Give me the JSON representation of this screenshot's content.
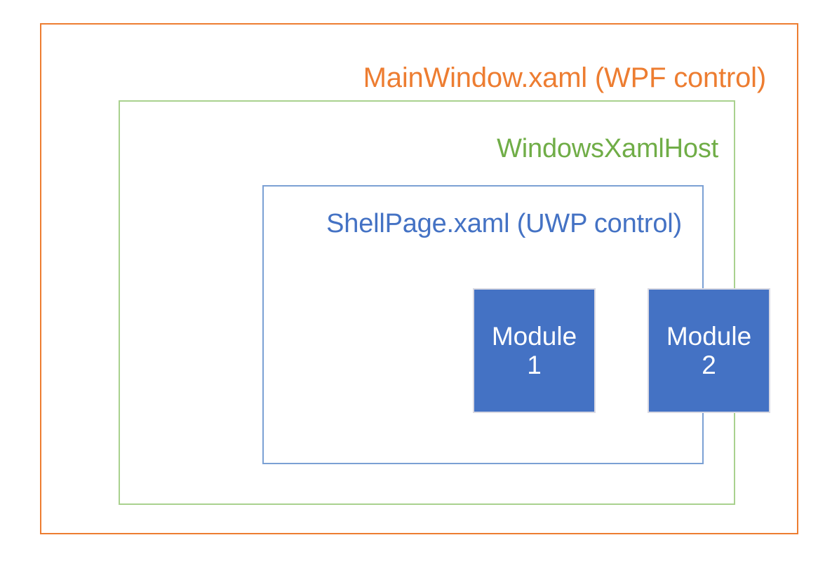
{
  "diagram": {
    "type": "nested-boxes",
    "title": "MainWindow.xaml (WPF control)",
    "layers": [
      {
        "id": "wpf",
        "label": "MainWindow.xaml (WPF control)",
        "color": "#ED7D31",
        "border_color": "#ED7D31"
      },
      {
        "id": "xamlhost",
        "label": "WindowsXamlHost",
        "color": "#70AD47",
        "border_color": "#A9D18E"
      },
      {
        "id": "shellpage",
        "label": "ShellPage.xaml (UWP control)",
        "color": "#4472C4",
        "border_color": "#7BA0D4"
      }
    ],
    "modules": [
      {
        "name": "Module",
        "number": "1",
        "fill": "#4472C4",
        "text_color": "#FFFFFF"
      },
      {
        "name": "Module",
        "number": "2",
        "fill": "#4472C4",
        "text_color": "#FFFFFF"
      }
    ]
  }
}
